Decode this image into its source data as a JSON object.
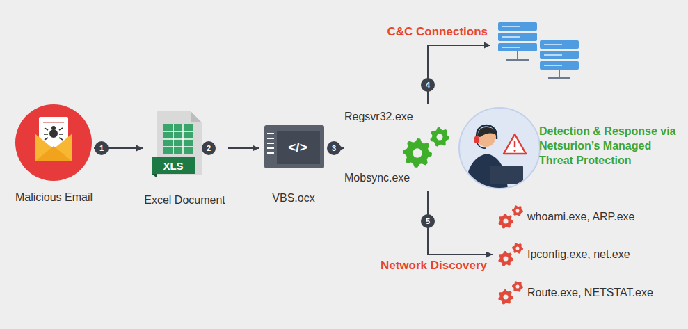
{
  "diagram": {
    "nodes": [
      {
        "text": [
          "Malicious Email"
        ]
      },
      {
        "text": [
          "Excel Document"
        ]
      },
      {
        "text": [
          "VBS.ocx"
        ]
      },
      {
        "text": [
          "Regsvr32.exe",
          "Mobsync.exe"
        ]
      },
      {
        "text": [
          "C&C Connections"
        ]
      },
      {
        "text": [
          "Detection & Response via Netsurion’s Managed Threat Protection"
        ]
      },
      {
        "text": [
          "whoami.exe, ARP.exe"
        ]
      },
      {
        "text": [
          "Ipconfig.exe, net.exe"
        ]
      },
      {
        "text": [
          "Route.exe, NETSTAT.exe"
        ]
      }
    ],
    "edges": [
      {
        "from": 0,
        "to": 1,
        "arrow": "to"
      },
      {
        "from": 1,
        "to": 2,
        "arrow": "to"
      },
      {
        "from": 2,
        "to": 3,
        "arrow": "to"
      },
      {
        "from": 3,
        "to": 4,
        "arrow": "to"
      },
      {
        "from": 3,
        "to": 7,
        "label": "Network Discovery",
        "arrow": "to"
      }
    ],
    "labels": [
      "1",
      "2",
      "3",
      "4",
      "5",
      "XLS",
      "</>"
    ]
  }
}
